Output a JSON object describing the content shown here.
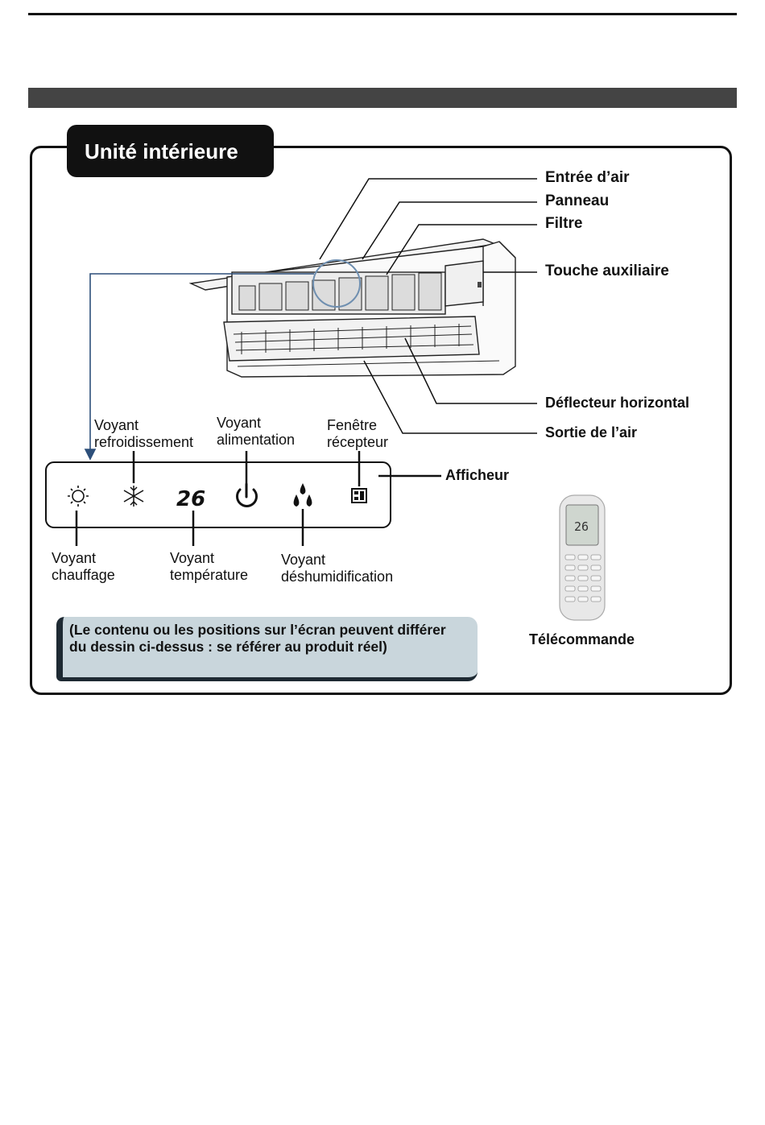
{
  "header": {
    "section_title": "Unité intérieure"
  },
  "unit_labels": {
    "air_inlet": "Entrée d’air",
    "panel": "Panneau",
    "filter": "Filtre",
    "aux_button": "Touche auxiliaire",
    "horizontal_louver": "Déflecteur horizontal",
    "air_outlet": "Sortie de l’air"
  },
  "display": {
    "label": "Afficheur",
    "temperature_value": "26",
    "cool_indicator": [
      "Voyant",
      "refroidissement"
    ],
    "power_indicator": [
      "Voyant",
      "alimentation"
    ],
    "receiver_window": [
      "Fenêtre",
      "récepteur"
    ],
    "heat_indicator": [
      "Voyant",
      "chauffage"
    ],
    "temperature_indicator": [
      "Voyant",
      "température"
    ],
    "dry_indicator": [
      "Voyant",
      "déshumidification"
    ]
  },
  "remote": {
    "label": "Télécommande",
    "screen_value": "26"
  },
  "note": {
    "line1": "(Le contenu ou les positions sur l’écran peuvent différer",
    "line2": "du dessin ci-dessus : se référer au produit réel)"
  },
  "colors": {
    "frame": "#111111",
    "section_bar": "#444444",
    "note_bg": "#c9d6dc",
    "note_border": "#1e2a33",
    "arrow_blue": "#2d4f7a"
  }
}
